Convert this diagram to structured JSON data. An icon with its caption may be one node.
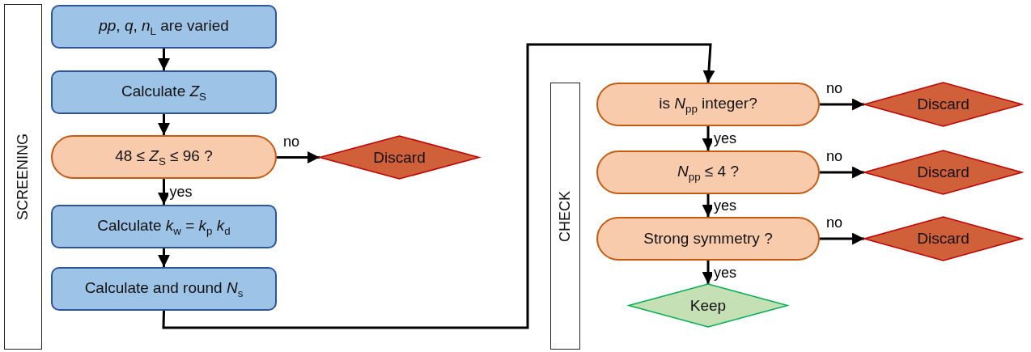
{
  "diagram": {
    "nodes": [
      {
        "text": [
          "SCREENING"
        ]
      },
      {
        "text": [
          "*pp*, *q*, *n*$_{L}$ are varied"
        ]
      },
      {
        "text": [
          "Calculate *Z*$_{S}$"
        ]
      },
      {
        "text": [
          "48 ≤ *Z*$_{S}$ ≤ 96 ?"
        ]
      },
      {
        "text": [
          "Discard"
        ]
      },
      {
        "text": [
          "Calculate *k*$_{w}$ = *k*$_{p}$ *k*$_{d}$"
        ]
      },
      {
        "text": [
          "Calculate and round *N*$_{s}$"
        ]
      },
      {
        "text": [
          "CHECK"
        ]
      },
      {
        "text": [
          "is *N*$_{pp}$ integer?"
        ]
      },
      {
        "text": [
          "Discard"
        ]
      },
      {
        "text": [
          "*N*$_{pp}$ ≤ 4 ?"
        ]
      },
      {
        "text": [
          "Discard"
        ]
      },
      {
        "text": [
          "Strong symmetry ?"
        ]
      },
      {
        "text": [
          "Discard"
        ]
      },
      {
        "text": [
          "Keep"
        ]
      }
    ],
    "edges": [
      {
        "from": 1,
        "to": 2,
        "arrow": "to"
      },
      {
        "from": 2,
        "to": 3,
        "arrow": "to"
      },
      {
        "from": 3,
        "to": 4,
        "arrow": "to",
        "label": "no"
      },
      {
        "from": 3,
        "to": 5,
        "arrow": "to",
        "label": "yes"
      },
      {
        "from": 5,
        "to": 6,
        "arrow": "to"
      },
      {
        "from": 6,
        "to": 8,
        "arrow": "to"
      },
      {
        "from": 8,
        "to": 9,
        "arrow": "to",
        "label": "no"
      },
      {
        "from": 8,
        "to": 10,
        "arrow": "to",
        "label": "yes"
      },
      {
        "from": 10,
        "to": 11,
        "arrow": "to",
        "label": "no"
      },
      {
        "from": 10,
        "to": 12,
        "arrow": "to",
        "label": "yes"
      },
      {
        "from": 12,
        "to": 13,
        "arrow": "to",
        "label": "no"
      },
      {
        "from": 12,
        "to": 14,
        "arrow": "to",
        "label": "yes"
      }
    ]
  }
}
